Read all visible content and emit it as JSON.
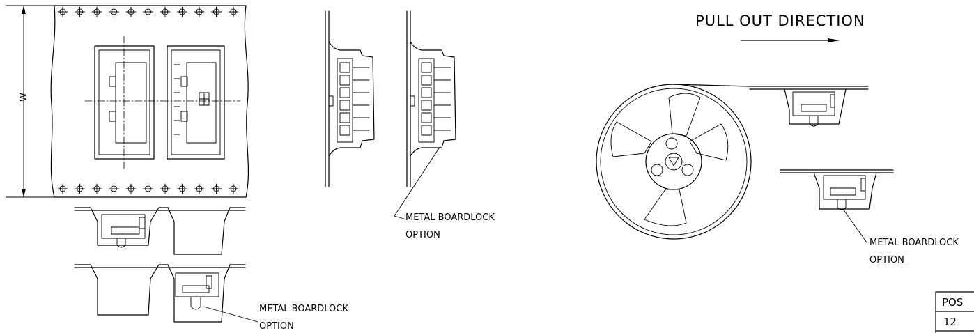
{
  "dimension_w": "W",
  "pull_out_direction": "PULL  OUT  DIRECTION",
  "boardlock_labels": [
    {
      "line1": "METAL  BOARDLOCK",
      "line2": "OPTION"
    },
    {
      "line1": "METAL  BOARDLOCK",
      "line2": "OPTION"
    },
    {
      "line1": "METAL  BOARDLOCK",
      "line2": "OPTION"
    }
  ],
  "pos_table": {
    "header": "POS",
    "value": "12"
  }
}
